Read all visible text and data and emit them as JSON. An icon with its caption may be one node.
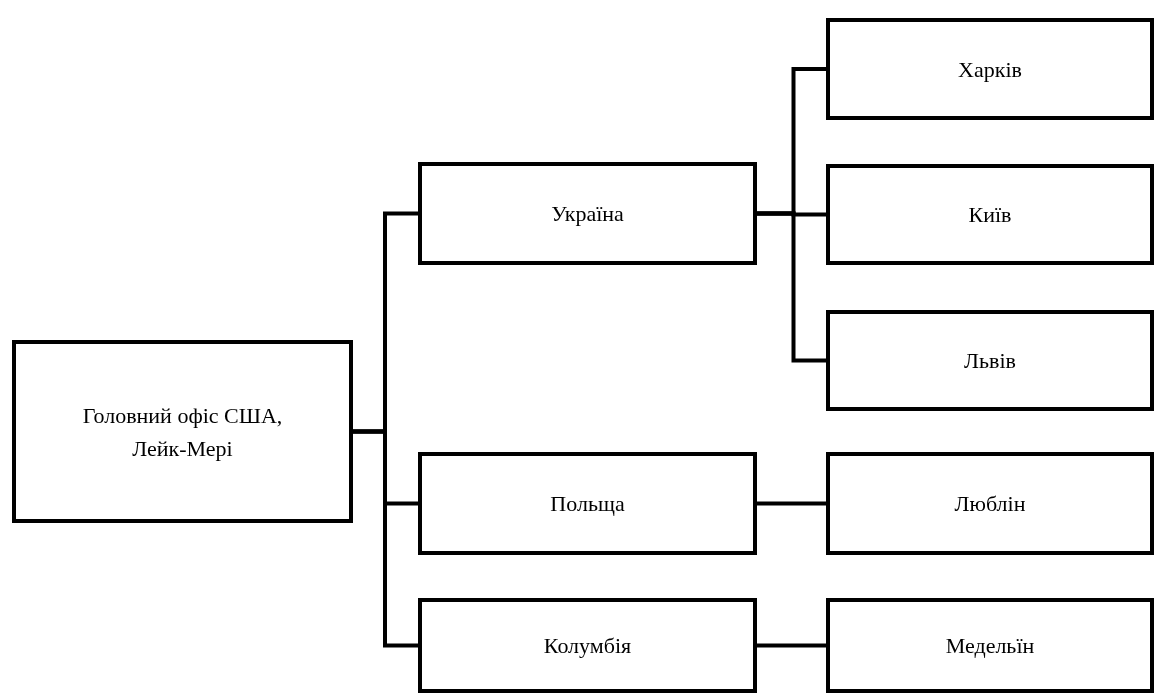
{
  "diagram": {
    "nodes": [
      {
        "text": [
          "Головний офіс США, Лейк-Мері"
        ]
      },
      {
        "text": [
          "Україна"
        ]
      },
      {
        "text": [
          "Польща"
        ]
      },
      {
        "text": [
          "Колумбія"
        ]
      },
      {
        "text": [
          "Харків"
        ]
      },
      {
        "text": [
          "Київ"
        ]
      },
      {
        "text": [
          "Львів"
        ]
      },
      {
        "text": [
          "Люблін"
        ]
      },
      {
        "text": [
          "Медельїн"
        ]
      }
    ],
    "edges": [
      {
        "from": 0,
        "to": 1,
        "arrow": "none"
      },
      {
        "from": 0,
        "to": 2,
        "arrow": "none"
      },
      {
        "from": 0,
        "to": 3,
        "arrow": "none"
      },
      {
        "from": 1,
        "to": 4,
        "arrow": "none"
      },
      {
        "from": 1,
        "to": 5,
        "arrow": "none"
      },
      {
        "from": 1,
        "to": 6,
        "arrow": "none"
      },
      {
        "from": 2,
        "to": 7,
        "arrow": "none"
      },
      {
        "from": 3,
        "to": 8,
        "arrow": "none"
      }
    ]
  }
}
